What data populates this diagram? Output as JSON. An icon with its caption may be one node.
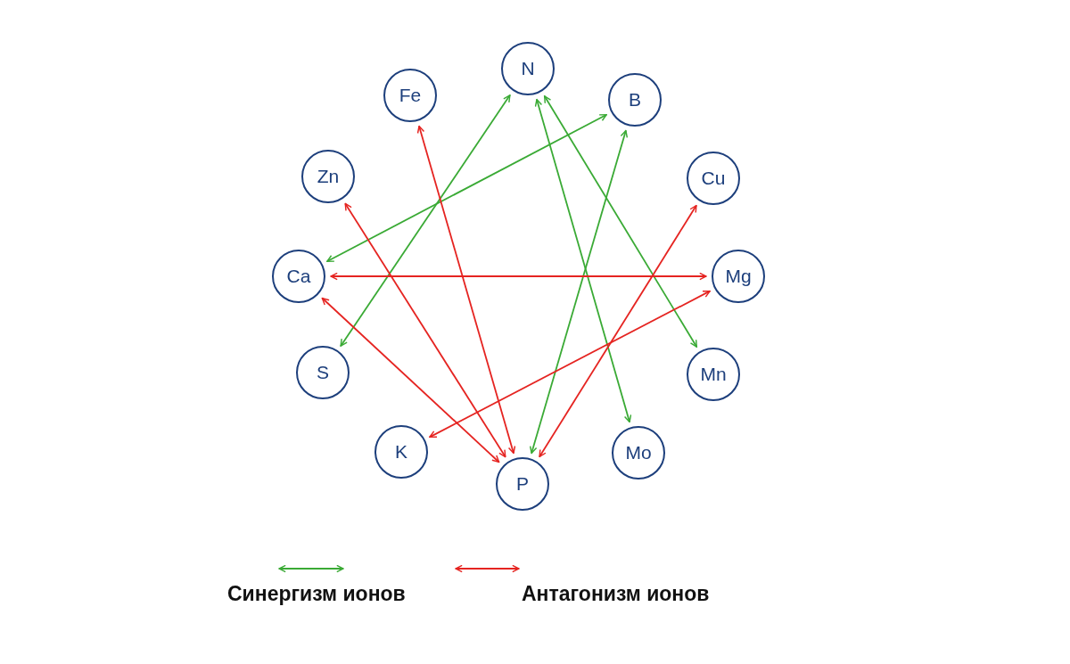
{
  "diagram": {
    "nodes": [
      {
        "text": [
          "N"
        ]
      },
      {
        "text": [
          "Fe"
        ]
      },
      {
        "text": [
          "B"
        ]
      },
      {
        "text": [
          "Zn"
        ]
      },
      {
        "text": [
          "Cu"
        ]
      },
      {
        "text": [
          "Ca"
        ]
      },
      {
        "text": [
          "Mg"
        ]
      },
      {
        "text": [
          "S"
        ]
      },
      {
        "text": [
          "Mn"
        ]
      },
      {
        "text": [
          "K"
        ]
      },
      {
        "text": [
          "Mo"
        ]
      },
      {
        "text": [
          "P"
        ]
      }
    ],
    "edges": [
      {
        "from": 5,
        "to": 2,
        "arrow": "both",
        "color": "#3aaa35"
      },
      {
        "from": 7,
        "to": 0,
        "arrow": "both",
        "color": "#3aaa35"
      },
      {
        "from": 0,
        "to": 10,
        "arrow": "both",
        "color": "#3aaa35"
      },
      {
        "from": 0,
        "to": 8,
        "arrow": "both",
        "color": "#3aaa35"
      },
      {
        "from": 2,
        "to": 11,
        "arrow": "both",
        "color": "#3aaa35"
      },
      {
        "from": 1,
        "to": 11,
        "arrow": "both"
      },
      {
        "from": 3,
        "to": 11,
        "arrow": "both"
      },
      {
        "from": 5,
        "to": 6,
        "arrow": "both"
      },
      {
        "from": 5,
        "to": 11,
        "arrow": "both"
      },
      {
        "from": 4,
        "to": 11,
        "arrow": "both"
      },
      {
        "from": 6,
        "to": 9,
        "arrow": "both"
      }
    ],
    "legend": [
      {
        "text": "Синергизм ионов"
      },
      {
        "text": "Антагонизм ионов"
      }
    ]
  }
}
